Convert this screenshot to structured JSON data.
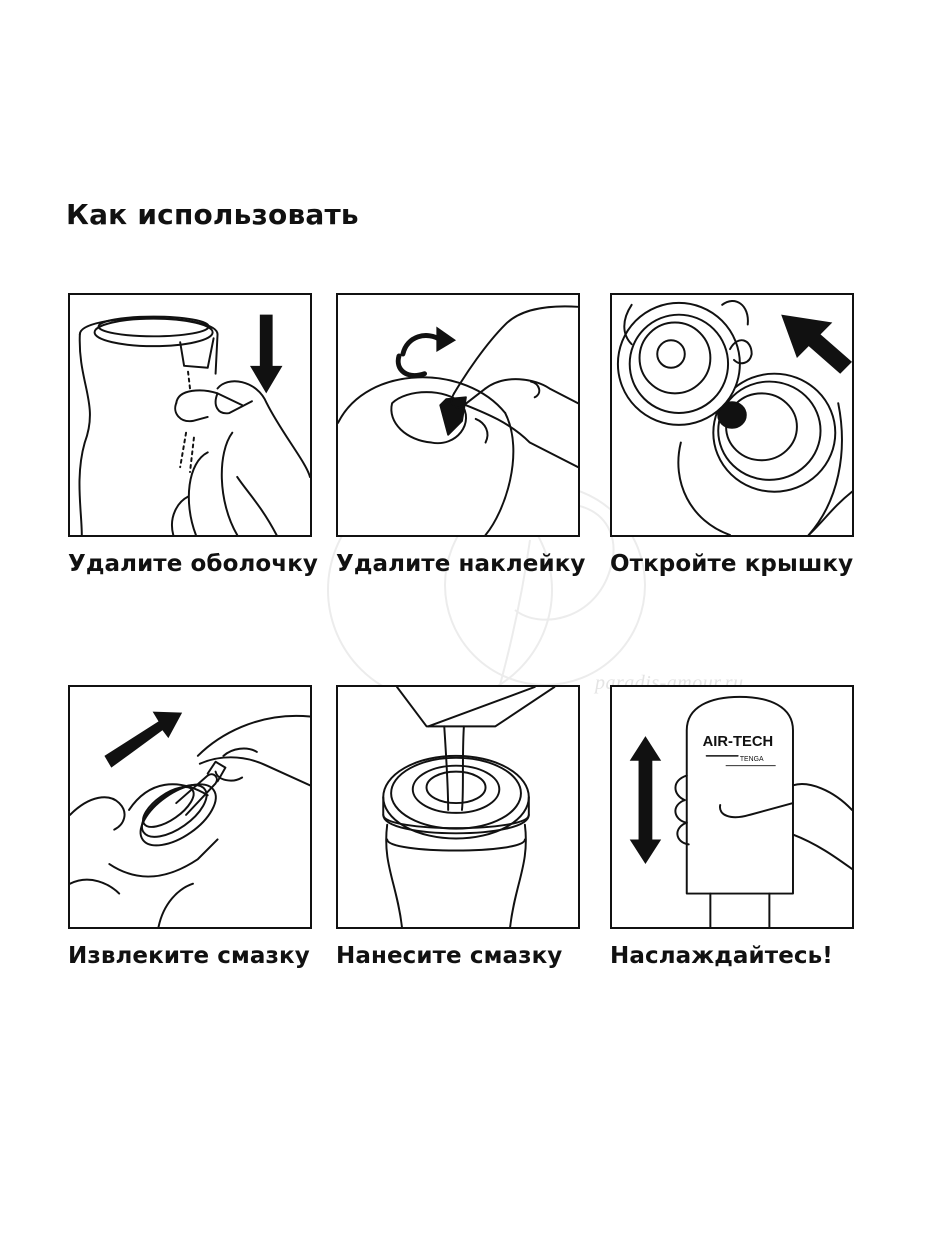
{
  "title": "Как использовать",
  "steps": [
    {
      "caption": "Удалите оболочку"
    },
    {
      "caption": "Удалите наклейку"
    },
    {
      "caption": "Откройте крышку"
    },
    {
      "caption": "Извлеките смазку"
    },
    {
      "caption": "Нанесите смазку"
    },
    {
      "caption": "Наслаждайтесь!"
    }
  ],
  "product_label": {
    "brand": "AIR-TECH",
    "maker": "TENGA"
  },
  "watermark": "paradis-amour.ru"
}
